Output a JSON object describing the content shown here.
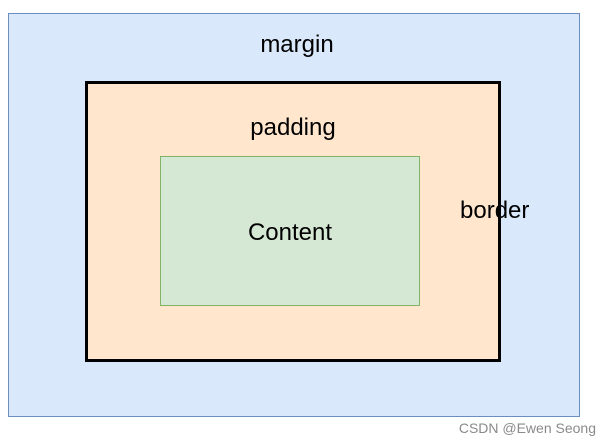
{
  "diagram": {
    "labels": {
      "margin": "margin",
      "padding": "padding",
      "border": "border",
      "content": "Content"
    },
    "colors": {
      "margin_fill": "#dae8fc",
      "margin_stroke": "#6c8ebf",
      "padding_fill": "#ffe6cc",
      "border_stroke": "#000000",
      "content_fill": "#d5e8d4",
      "content_stroke": "#82b366"
    }
  },
  "watermark": {
    "text": "CSDN @Ewen Seong"
  }
}
